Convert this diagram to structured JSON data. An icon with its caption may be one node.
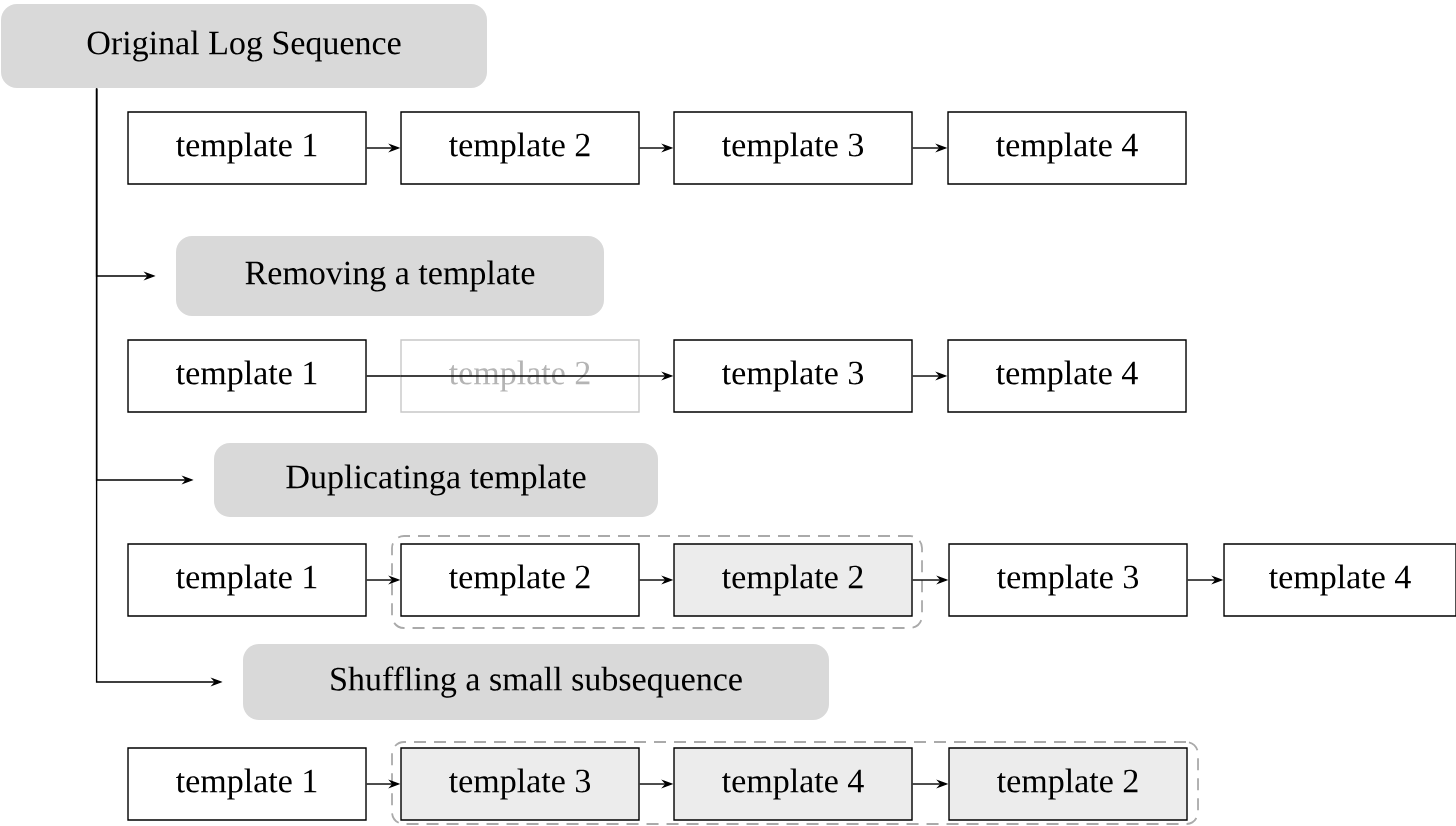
{
  "diagram": {
    "nodes": [
      {
        "text": [
          "Original Log Sequence"
        ]
      },
      {
        "text": [
          "template 1"
        ]
      },
      {
        "text": [
          "template 2"
        ]
      },
      {
        "text": [
          "template 3"
        ]
      },
      {
        "text": [
          "template 4"
        ]
      },
      {
        "text": [
          "Removing a template"
        ]
      },
      {
        "text": [
          "template 1"
        ]
      },
      {
        "text": [
          "template 2"
        ]
      },
      {
        "text": [
          "template 3"
        ]
      },
      {
        "text": [
          "template 4"
        ]
      },
      {
        "text": [
          "Duplicatinga template"
        ]
      },
      {
        "text": [
          "template 1"
        ]
      },
      {
        "text": [],
        "shape": "box"
      },
      {
        "text": [
          "template 2"
        ],
        "in": 12
      },
      {
        "text": [
          "template 2"
        ],
        "in": 12
      },
      {
        "text": [
          "template 3"
        ]
      },
      {
        "text": [
          "template 4"
        ]
      },
      {
        "text": [
          "Shuffling a small subsequence"
        ]
      },
      {
        "text": [
          "template 1"
        ]
      },
      {
        "text": [],
        "shape": "box"
      },
      {
        "text": [
          "template 3"
        ],
        "in": 19
      },
      {
        "text": [
          "template 4"
        ],
        "in": 19
      },
      {
        "text": [
          "template 2"
        ],
        "in": 19
      }
    ],
    "edges": [
      {
        "from": 1,
        "to": 2,
        "arrow": "to"
      },
      {
        "from": 2,
        "to": 3,
        "arrow": "to"
      },
      {
        "from": 3,
        "to": 4,
        "arrow": "to"
      },
      {
        "from": 0,
        "to": 5,
        "arrow": "to"
      },
      {
        "from": 6,
        "to": 7,
        "arrow": "none"
      },
      {
        "from": 7,
        "to": 8,
        "arrow": "to"
      },
      {
        "from": 8,
        "to": 9,
        "arrow": "to"
      },
      {
        "from": 0,
        "to": 10,
        "arrow": "to"
      },
      {
        "from": 11,
        "to": 13,
        "arrow": "to"
      },
      {
        "from": 13,
        "to": 14,
        "arrow": "to"
      },
      {
        "from": 14,
        "to": 15,
        "arrow": "to"
      },
      {
        "from": 15,
        "to": 16,
        "arrow": "to"
      },
      {
        "from": 0,
        "to": 17,
        "arrow": "to"
      },
      {
        "from": 18,
        "to": 20,
        "arrow": "to"
      },
      {
        "from": 20,
        "to": 21,
        "arrow": "to"
      },
      {
        "from": 21,
        "to": 22,
        "arrow": "to"
      }
    ]
  }
}
